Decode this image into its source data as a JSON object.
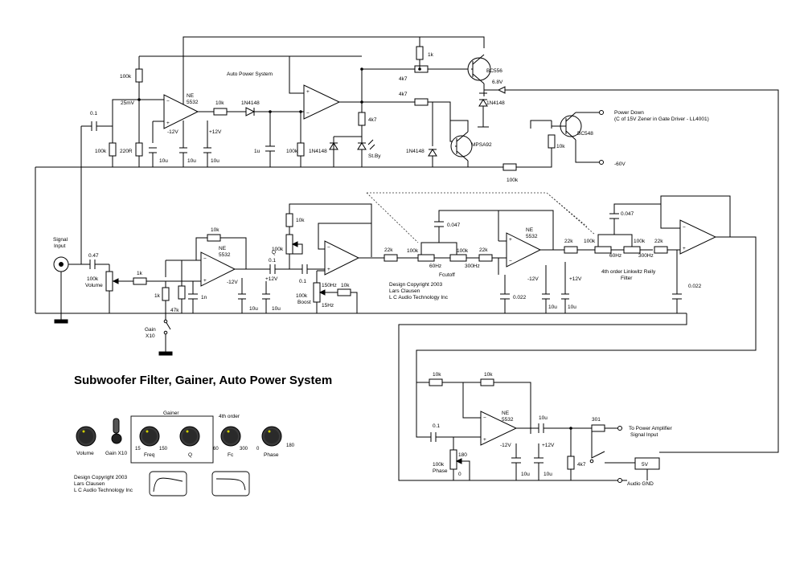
{
  "title": "Subwoofer Filter, Gainer, Auto Power System",
  "auto_power_label": "Auto Power System",
  "opamp": {
    "name": "NE",
    "part": "5532"
  },
  "labels": {
    "r100k": "100k",
    "r1k": "1k",
    "r4k7": "4k7",
    "r10k": "10k",
    "r220": "220R",
    "r22k": "22k",
    "r47k": "47k",
    "r301": "301",
    "c01": "0.1",
    "c047": "0.47",
    "c0047": "0.047",
    "c0022": "0.022",
    "c10u": "10u",
    "c1u": "1u",
    "c1n": "1n",
    "v25mv": "25mV",
    "vm12": "-12V",
    "vp12": "+12V",
    "v68": "6.8V",
    "vm60": "-60V",
    "v5": "5V",
    "d4148": "1N4148",
    "bc556": "BC556",
    "bc548": "BC548",
    "mpsa92": "MPSA92",
    "stby": "St.By",
    "power_down": "Power Down",
    "power_down_note": "(C of 15V Zener in Gate Driver - LL4001)",
    "signal_input_1": "Signal",
    "signal_input_2": "Input",
    "volume_pot": "Volume",
    "gain_x10_1": "Gain",
    "gain_x10_2": "X10",
    "q": "Q",
    "boost": "Boost",
    "hz150": "150Hz",
    "hz15": "15Hz",
    "hz60": "60Hz",
    "hz300": "300Hz",
    "fcutoff": "Fcutoff",
    "linkwitz_1": "4th order Linkwitz Reily",
    "linkwitz_2": "Filter",
    "phase": "Phase",
    "deg180": "180",
    "deg0": "0",
    "to_amp_1": "To Power Amplifier",
    "to_amp_2": "Signal Input",
    "audio_gnd": "Audio GND"
  },
  "copyright": [
    "Design Copyright 2003",
    "Lars Clausen",
    "L C Audio Technology Inc"
  ],
  "panel": {
    "gainer_title": "Gainer",
    "fourth_order": "4th order",
    "knobs": [
      "Volume",
      "Freq",
      "Q",
      "Fc",
      "Phase"
    ],
    "switch_label": "Gain X10",
    "freq_min": "15",
    "freq_max": "150",
    "fc_min": "60",
    "fc_max": "300",
    "phase_min": "0",
    "phase_max": "180"
  }
}
